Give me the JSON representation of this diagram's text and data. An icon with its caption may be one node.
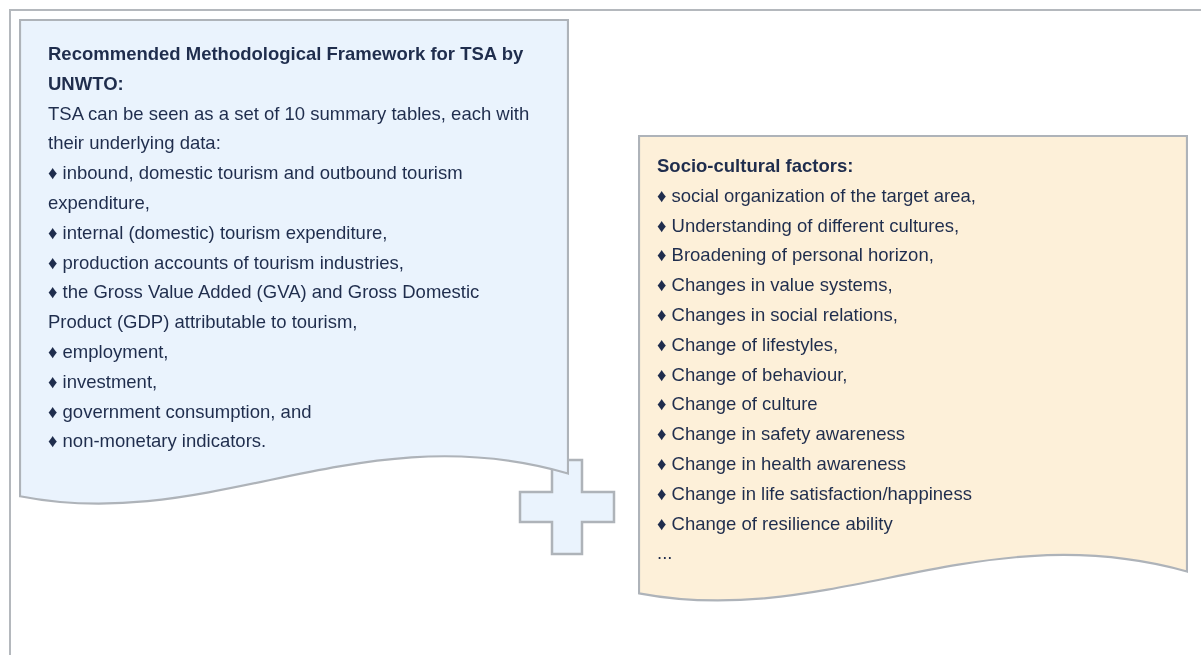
{
  "diagram": {
    "nodes": [
      {
        "text": [
          "Recommended Methodological Framework for TSA by UNWTO:",
          "TSA can be seen as a set of 10 summary tables, each with their underlying data:",
          "♦  inbound, domestic tourism and outbound tourism expenditure,",
          "♦  internal (domestic) tourism expenditure,",
          "♦  production accounts of tourism industries,",
          "♦  the Gross Value Added (GVA) and Gross Domestic Product (GDP) attributable to tourism,",
          "♦  employment,",
          "♦  investment,",
          "♦  government consumption, and",
          "♦  non-monetary indicators."
        ]
      },
      {
        "text": [
          "Socio-cultural factors:",
          "♦ social organization of the target area,",
          "♦ Understanding of different cultures,",
          "♦ Broadening of personal horizon,",
          "♦ Changes in value systems,",
          "♦ Changes in social relations,",
          "♦ Change of lifestyles,",
          "♦ Change of behaviour,",
          "♦ Change of culture",
          "♦ Change in safety awareness",
          "♦ Change in health awareness",
          "♦ Change in life satisfaction/happiness",
          "♦ Change of resilience ability",
          "..."
        ]
      }
    ],
    "edges": []
  }
}
